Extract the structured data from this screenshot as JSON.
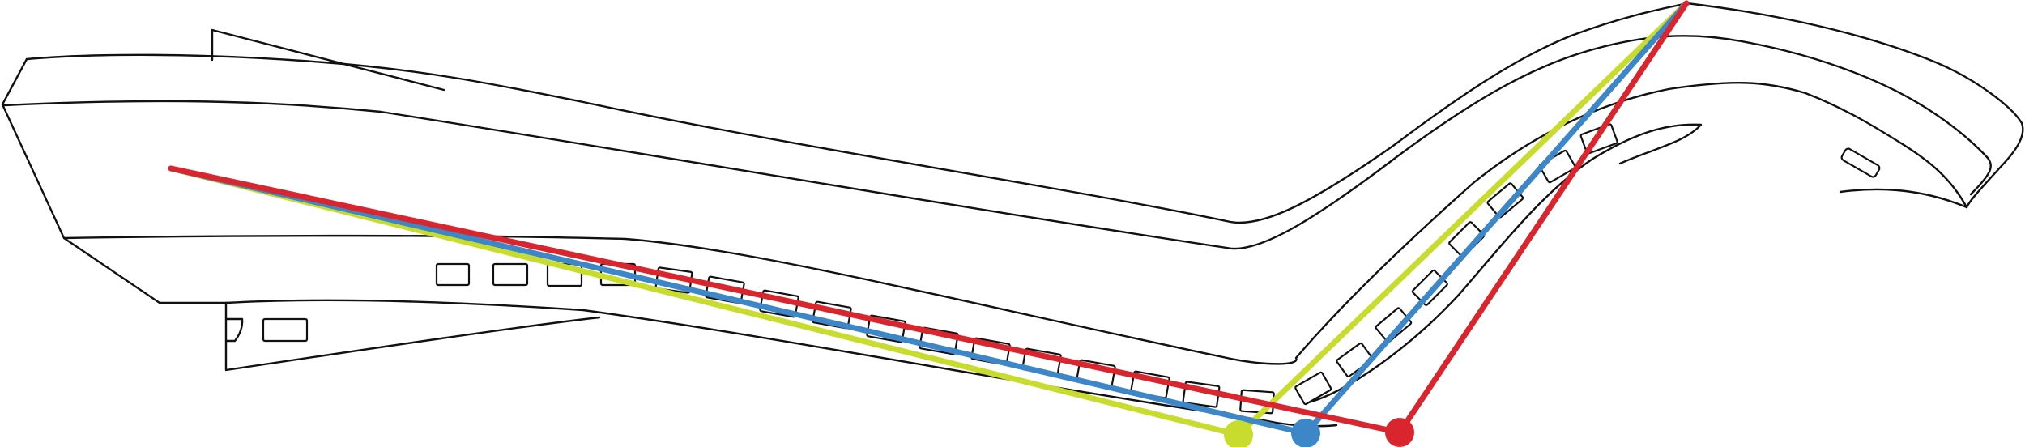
{
  "colors": {
    "background": "#ffffff",
    "outline": "#111111",
    "route_yellow": "#c8dc2d",
    "route_blue": "#3d87c9",
    "route_red": "#d8252e"
  },
  "elements": {
    "structure": "curved-deck-outline",
    "routes": [
      "yellow-route",
      "blue-route",
      "red-route"
    ],
    "markers": [
      "yellow-endpoint-dot",
      "blue-endpoint-dot",
      "red-endpoint-dot"
    ]
  }
}
